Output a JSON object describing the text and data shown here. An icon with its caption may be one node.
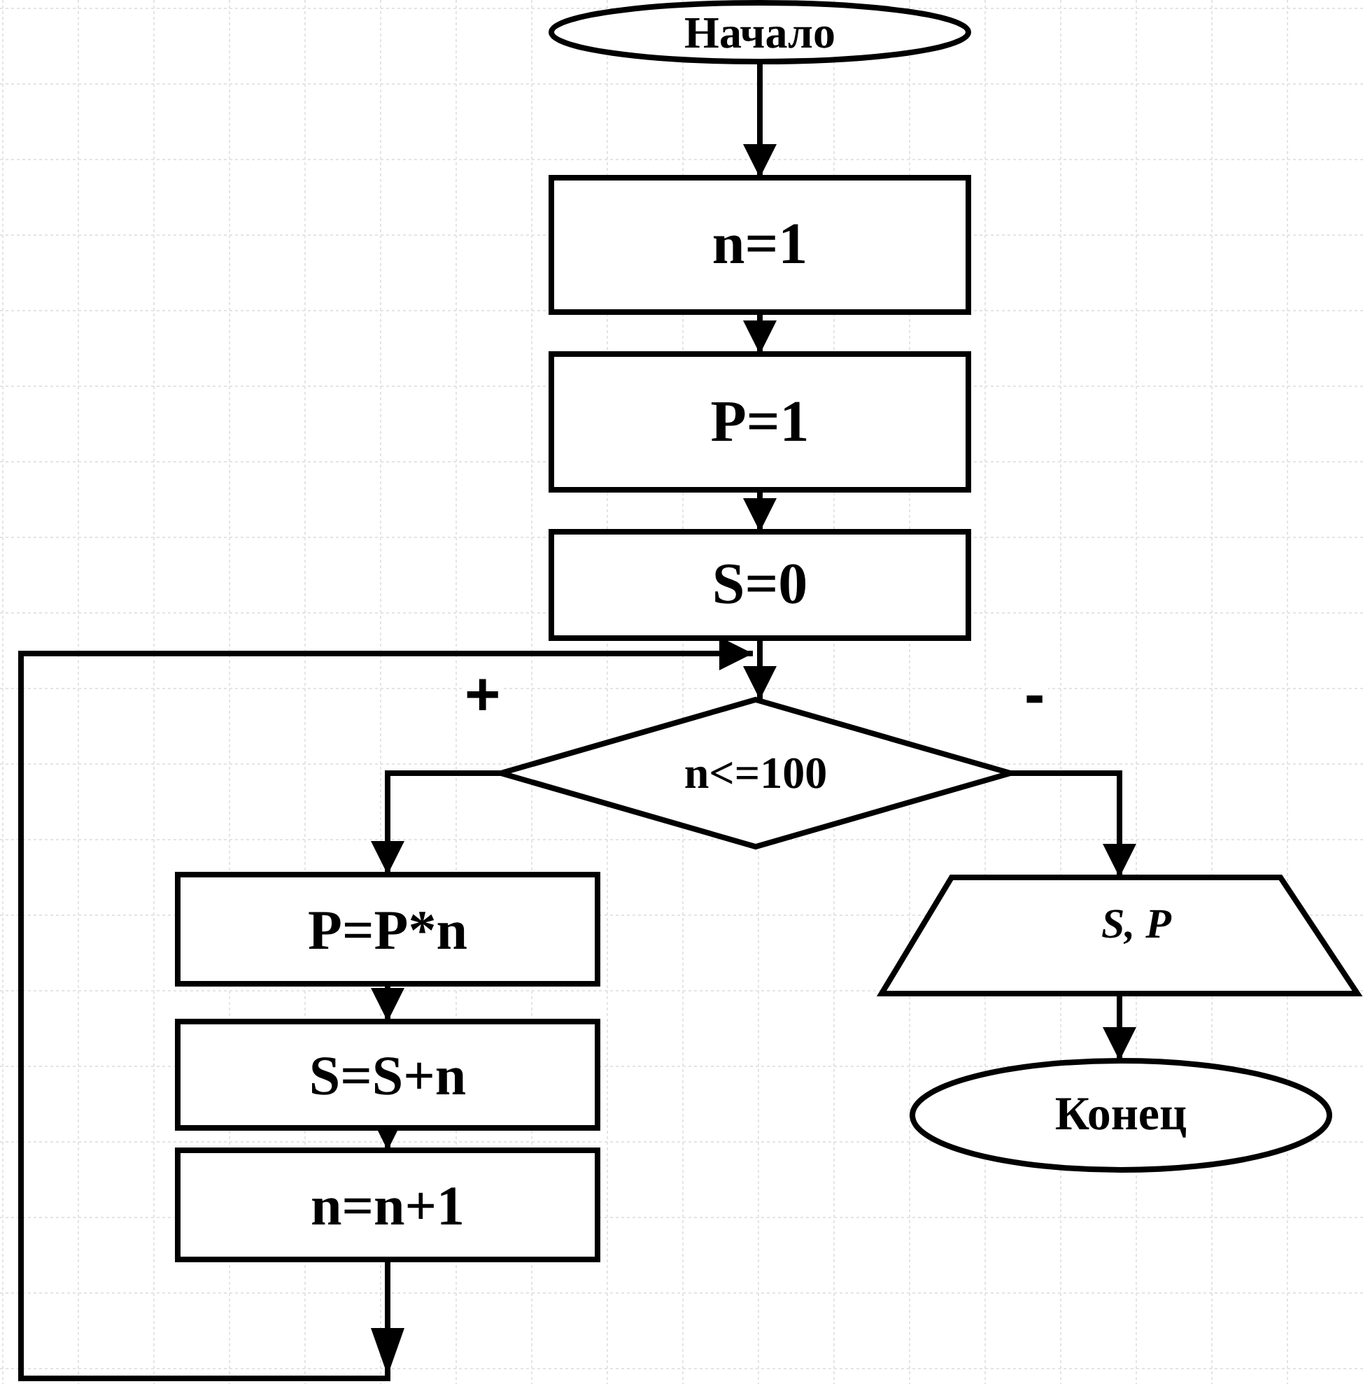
{
  "diagram": {
    "nodes": [
      {
        "text": [
          "Начало"
        ]
      },
      {
        "text": [
          "n=1"
        ]
      },
      {
        "text": [
          "P=1"
        ]
      },
      {
        "text": [
          "S=0"
        ]
      },
      {
        "text": [
          "n<=100"
        ]
      },
      {
        "text": [
          "P=P*n"
        ]
      },
      {
        "text": [
          "S=S+n"
        ]
      },
      {
        "text": [
          "n=n+1"
        ]
      },
      {
        "text": [
          "S, P"
        ]
      },
      {
        "text": [
          "Конец"
        ]
      }
    ],
    "edges": [
      {
        "from": 0,
        "to": 1,
        "arrow": "to"
      },
      {
        "from": 1,
        "to": 2,
        "arrow": "to"
      },
      {
        "from": 2,
        "to": 3,
        "arrow": "to"
      },
      {
        "from": 3,
        "to": 4,
        "arrow": "to"
      },
      {
        "from": 4,
        "to": 5,
        "arrow": "to",
        "label": "+"
      },
      {
        "from": 5,
        "to": 6,
        "arrow": "to"
      },
      {
        "from": 6,
        "to": 7,
        "arrow": "to"
      },
      {
        "from": 7,
        "to": 4,
        "arrow": "to"
      },
      {
        "from": 4,
        "to": 8,
        "arrow": "to",
        "label": "-"
      },
      {
        "from": 8,
        "to": 9,
        "arrow": "to"
      }
    ]
  }
}
